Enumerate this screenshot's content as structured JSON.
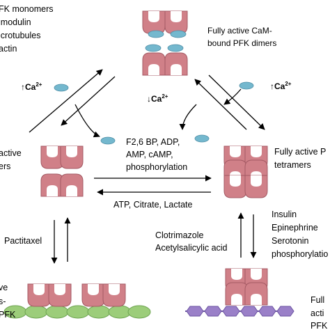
{
  "labels": {
    "top_left": [
      "FK monomers",
      "lmodulin",
      "icrotubules",
      "actin"
    ],
    "top_right": [
      "Fully active CaM-",
      "bound PFK dimers"
    ],
    "ca_up_left": "↑Ca",
    "ca_up_right": "↑Ca",
    "ca_down": "↓Ca",
    "ca_superscript": "2+",
    "mid_left": [
      "active",
      "ers"
    ],
    "mid_right": [
      "Fully active P",
      "tetramers"
    ],
    "forward_effectors": [
      "F2,6 BP, ADP,",
      "AMP, cAMP,",
      "phosphorylation"
    ],
    "reverse_effectors": "ATP, Citrate, Lactate",
    "pactitaxel": "Pactitaxel",
    "drugs": [
      "Clotrimazole",
      "Acetylsalicylic acid"
    ],
    "hormones": [
      "Insulin",
      "Epinephrine",
      "Serotonin",
      "phosphorylatio"
    ],
    "bottom_left": [
      "ve",
      "s-",
      "PFK"
    ],
    "bottom_right": [
      "Full",
      "acti",
      "PFK"
    ]
  },
  "colors": {
    "pfk": "#d08088",
    "pfk_edge": "#a45a64",
    "calmodulin": "#74b8ce",
    "microtubule": "#9ccd7a",
    "actin": "#9a80c8"
  }
}
